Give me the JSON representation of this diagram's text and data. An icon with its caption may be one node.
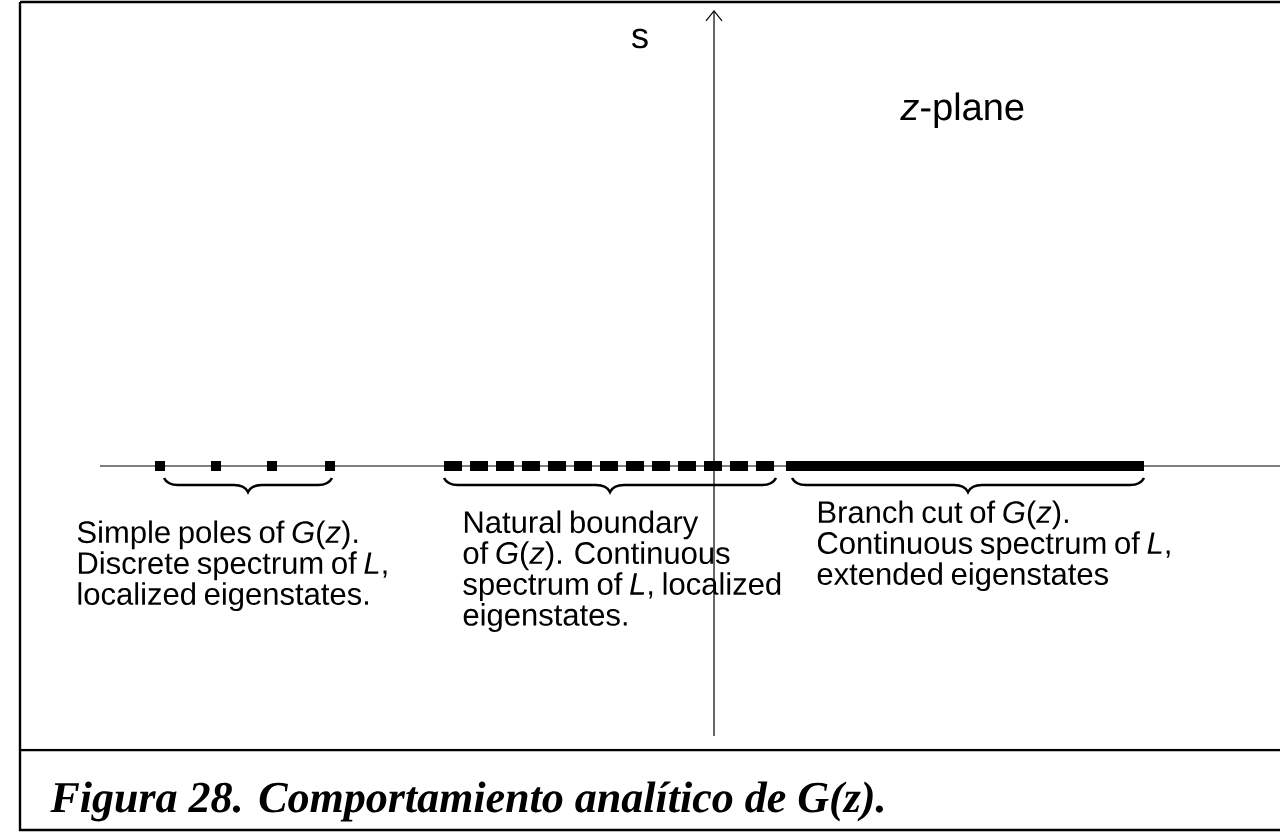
{
  "diagram": {
    "caption": "Figura 28. Comportamiento analítico de G(z).",
    "labels": [
      "s",
      "*z*-plane",
      "Simple poles of *G*(*z*). Discrete spectrum of *L*, localized eigenstates.",
      "Natural boundary of *G*(*z*). Continuous spectrum of *L*, localized eigenstates.",
      "Branch cut of *G*(*z*). Continuous spectrum of *L*, extended eigenstates"
    ]
  }
}
